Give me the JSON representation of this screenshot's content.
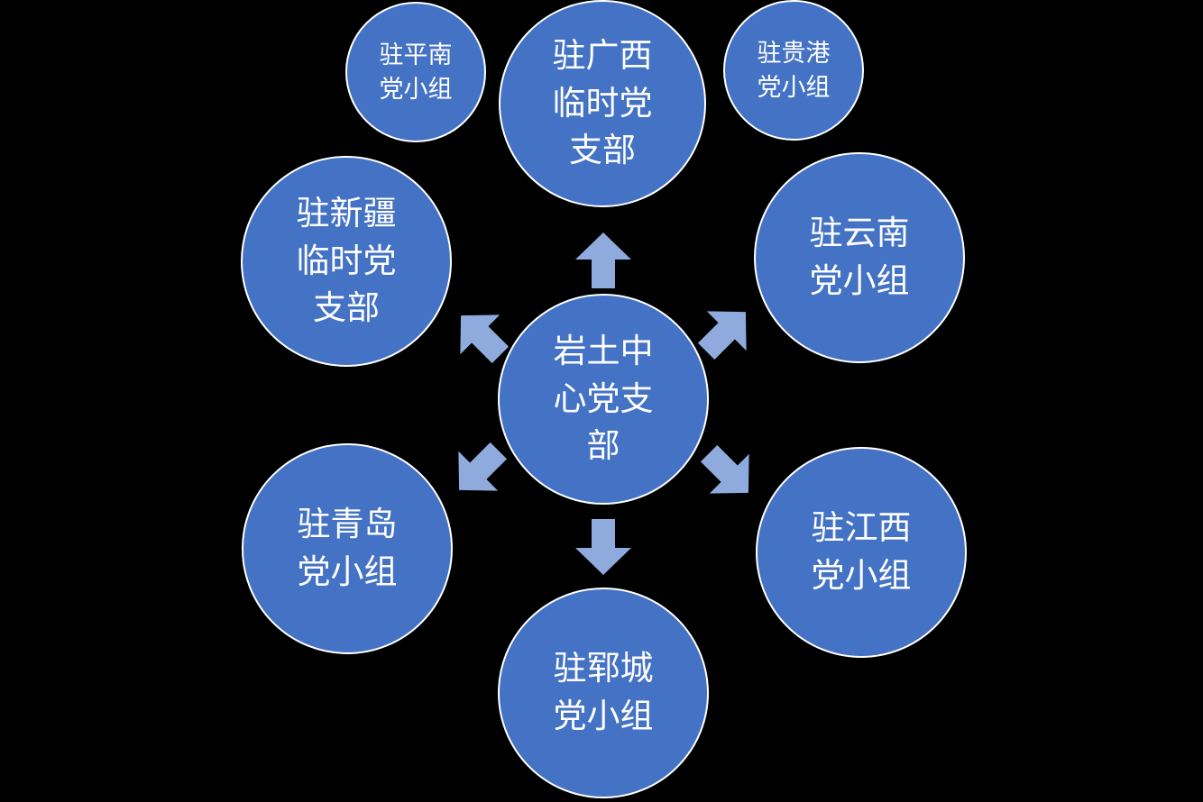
{
  "diagram": {
    "type": "radial-org-chart",
    "center_node": {
      "text": "岩土中\n心党支\n部"
    },
    "satellite_nodes": [
      {
        "id": "pingnan",
        "text": "驻平南\n党小组",
        "size": "small"
      },
      {
        "id": "guangxi",
        "text": "驻广西\n临时党\n支部",
        "size": "large"
      },
      {
        "id": "guigang",
        "text": "驻贵港\n党小组",
        "size": "small"
      },
      {
        "id": "xinjiang",
        "text": "驻新疆\n临时党\n支部",
        "size": "large"
      },
      {
        "id": "yunnan",
        "text": "驻云南\n党小组",
        "size": "large"
      },
      {
        "id": "qingdao",
        "text": "驻青岛\n党小组",
        "size": "large"
      },
      {
        "id": "jiangxi",
        "text": "驻江西\n党小组",
        "size": "large"
      },
      {
        "id": "yuncheng",
        "text": "驻郓城\n党小组",
        "size": "large"
      }
    ],
    "arrows": [
      {
        "direction": "up"
      },
      {
        "direction": "up-left"
      },
      {
        "direction": "up-right"
      },
      {
        "direction": "down-left"
      },
      {
        "direction": "down-right"
      },
      {
        "direction": "down"
      }
    ],
    "colors": {
      "background": "#000000",
      "node_fill": "#4472C4",
      "node_border": "#FFFFFF",
      "node_text": "#FFFFFF",
      "arrow": "#8FAADC"
    }
  }
}
